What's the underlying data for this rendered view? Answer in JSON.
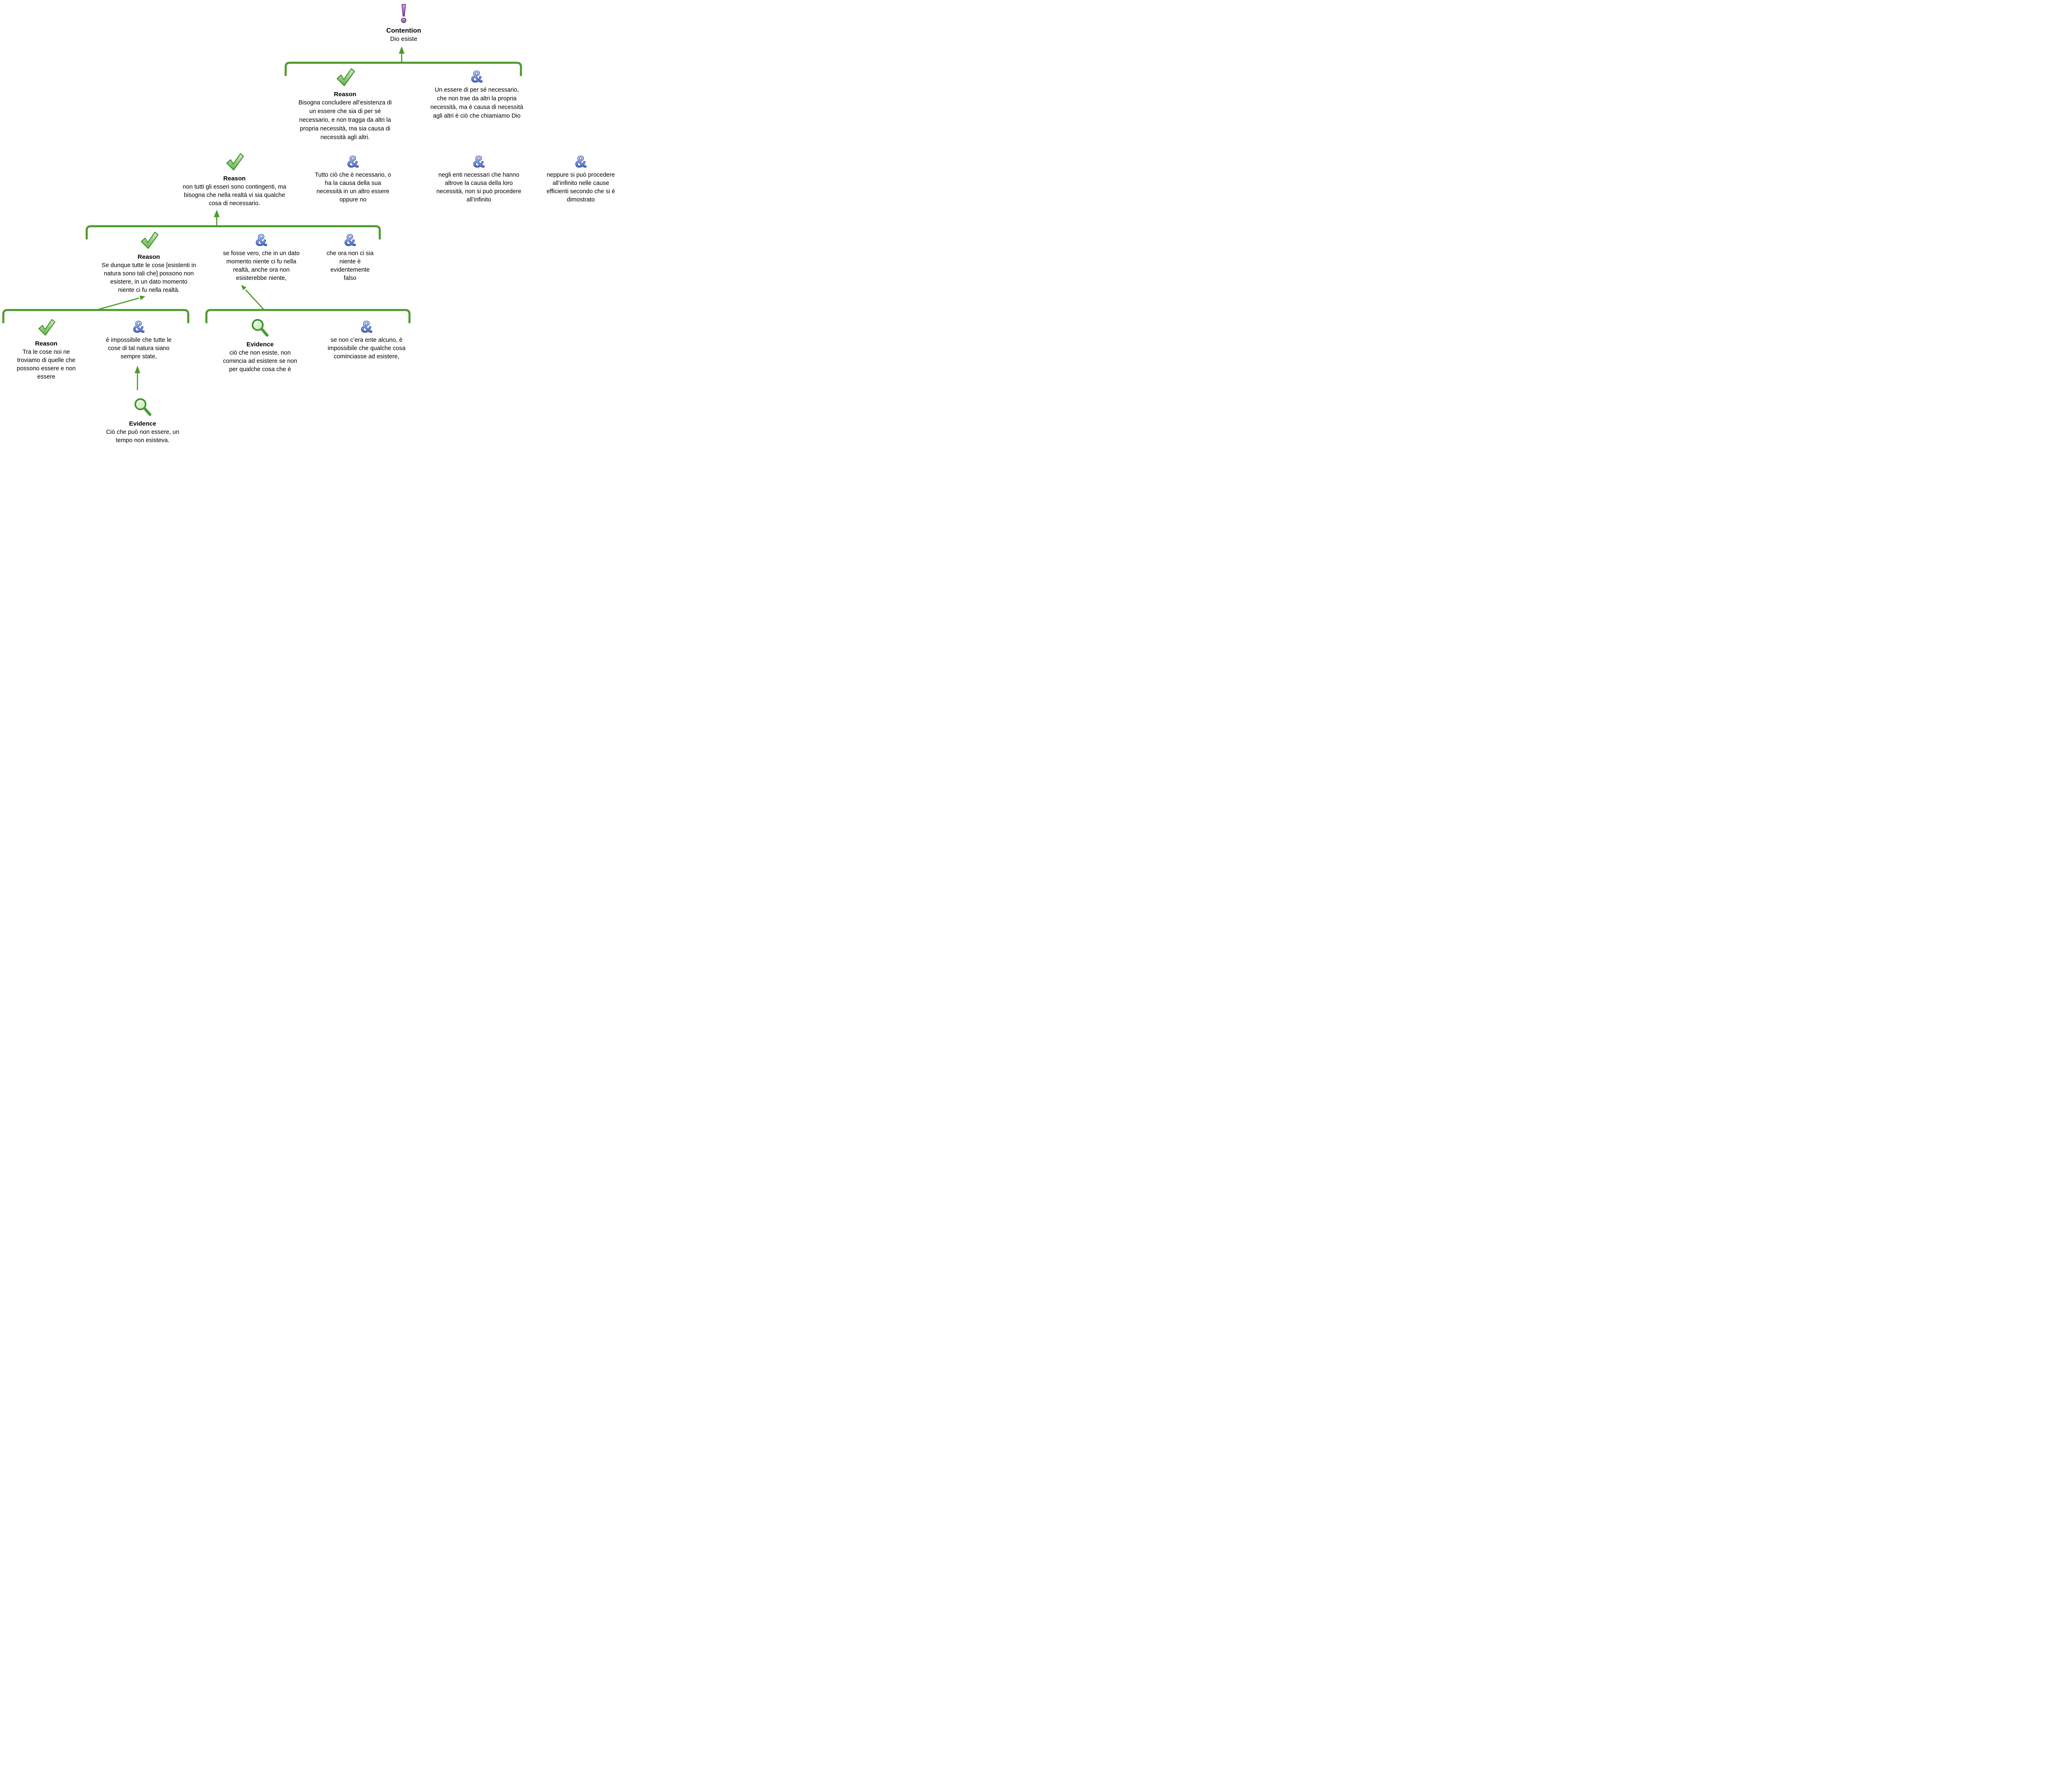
{
  "colors": {
    "connector_green": "#4e9a2e",
    "check_green": "#5db245",
    "ampersand_blue": "#3350b8",
    "contention_purple": "#8a4a9e",
    "evidence_green": "#4a9a33",
    "text_black": "#000000"
  },
  "icons": {
    "ampersand_glyph": "&",
    "contention_icon": "exclamation-icon",
    "reason_icon": "check-icon",
    "evidence_icon": "magnifier-icon",
    "and_icon": "ampersand-icon"
  },
  "contention": {
    "label": "Contention",
    "text": "Dio esiste"
  },
  "nodes": {
    "reason1": {
      "label": "Reason",
      "lines": [
        "Bisogna concludere all’esistenza di",
        "un essere che sia di per sé",
        "necessario, e non tragga da altri la",
        "propria necessità, ma sia causa di",
        "necessità agli altri."
      ]
    },
    "and1": {
      "lines": [
        "Un essere di per sé necessario,",
        "che non trae da altri la propria",
        "necessità, ma è causa di necessità",
        "agli altri è ciò che chiamiamo Dio"
      ]
    },
    "reason2": {
      "label": "Reason",
      "lines": [
        "non tutti gli esseri sono contingenti, ma",
        "bisogna che nella realtà vi sia qualche",
        "cosa di necessario."
      ]
    },
    "and2a": {
      "lines": [
        "Tutto ciò che è necessario, o",
        "ha la causa della sua",
        "necessità in un altro essere",
        "oppure no"
      ]
    },
    "and2b": {
      "lines": [
        "negli enti necessari che hanno",
        "altrove la causa della loro",
        "necessità, non si può procedere",
        "all’infinito"
      ]
    },
    "and2c": {
      "lines": [
        "neppure si può procedere",
        "all’infinito nelle cause",
        "efficienti secondo che si è",
        "dimostrato"
      ]
    },
    "reason3": {
      "label": "Reason",
      "lines": [
        "Se dunque tutte le cose [esistenti in",
        "natura sono tali che] possono non",
        "esistere, in un dato momento",
        "niente ci fu nella realtà."
      ]
    },
    "and3a": {
      "lines": [
        "se fosse vero, che in un dato",
        "momento niente ci fu nella",
        "realtà, anche ora non",
        "esisterebbe niente,"
      ]
    },
    "and3b": {
      "lines": [
        "che ora non ci sia",
        "niente è",
        "evidentemente",
        "falso"
      ]
    },
    "reason4": {
      "label": "Reason",
      "lines": [
        "Tra le cose noi ne",
        "troviamo di quelle che",
        "possono essere e non",
        "essere"
      ]
    },
    "and4": {
      "lines": [
        "è impossibile che tutte le",
        "cose di tal natura siano",
        "sempre state,"
      ]
    },
    "evidence1": {
      "label": "Evidence",
      "lines": [
        "Ciò che può non essere, un",
        "tempo non esisteva."
      ]
    },
    "evidence2": {
      "label": "Evidence",
      "lines": [
        "ciò che non esiste, non",
        "comincia ad esistere se non",
        "per qualche cosa che è"
      ]
    },
    "and5": {
      "lines": [
        "se non c’era ente alcuno, è",
        "impossibile che qualche cosa",
        "cominciasse ad esistere,"
      ]
    }
  }
}
